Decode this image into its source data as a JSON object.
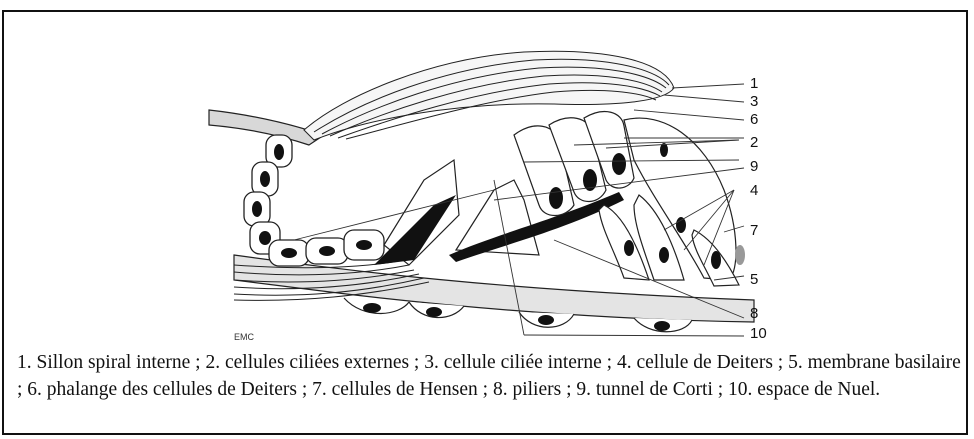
{
  "figure": {
    "credit": "EMC",
    "callouts": [
      "1",
      "3",
      "6",
      "2",
      "9",
      "4",
      "7",
      "5",
      "8",
      "10"
    ]
  },
  "caption": "1. Sillon spiral interne ; 2. cellules ciliées externes ; 3. cellule ciliée interne ; 4. cellule de Deiters ; 5. membrane basilaire ; 6. phalange des cellules de Deiters ; 7. cellules de Hensen ; 8. piliers ; 9. tunnel de Corti ; 10. espace de Nuel."
}
